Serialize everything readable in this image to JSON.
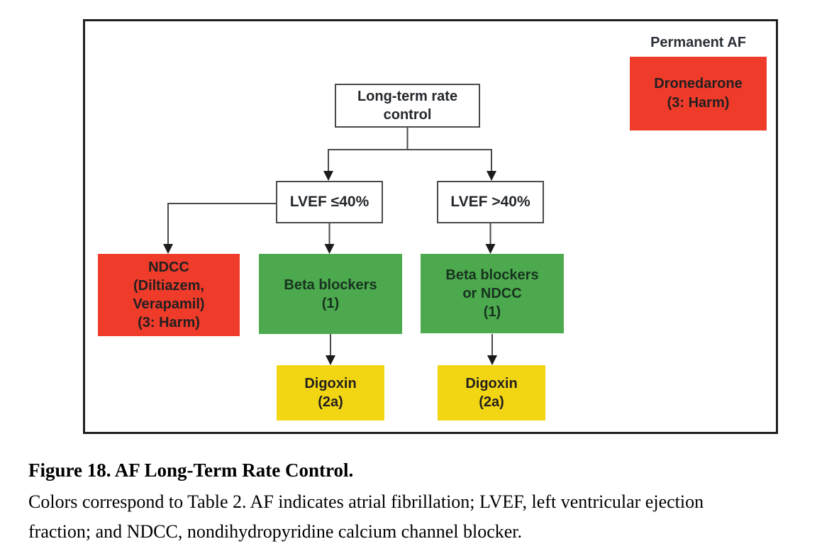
{
  "flowchart": {
    "permanent_af_label": "Permanent AF",
    "nodes": {
      "long_term": {
        "text": "Long-term rate\ncontrol"
      },
      "lvef_le40": {
        "text": "LVEF ≤40%"
      },
      "lvef_gt40": {
        "text": "LVEF >40%"
      },
      "ndcc": {
        "text": "NDCC\n(Diltiazem,\nVerapamil)\n(3: Harm)"
      },
      "beta_blockers": {
        "text": "Beta blockers\n(1)"
      },
      "beta_blockers_or_ndcc": {
        "text": "Beta blockers\nor NDCC\n(1)"
      },
      "digoxin_left": {
        "text": "Digoxin\n(2a)"
      },
      "digoxin_right": {
        "text": "Digoxin\n(2a)"
      },
      "dronedarone": {
        "text": "Dronedarone\n(3: Harm)"
      }
    },
    "colors": {
      "harm_red": "#EE3B2A",
      "class_1_green": "#4CA94D",
      "class_2a_yellow": "#F2D513"
    }
  },
  "caption": {
    "title": "Figure 18. AF Long-Term Rate Control.",
    "body": "Colors correspond to Table 2. AF indicates atrial fibrillation; LVEF, left ventricular ejection\nfraction; and NDCC, nondihydropyridine calcium channel blocker."
  }
}
